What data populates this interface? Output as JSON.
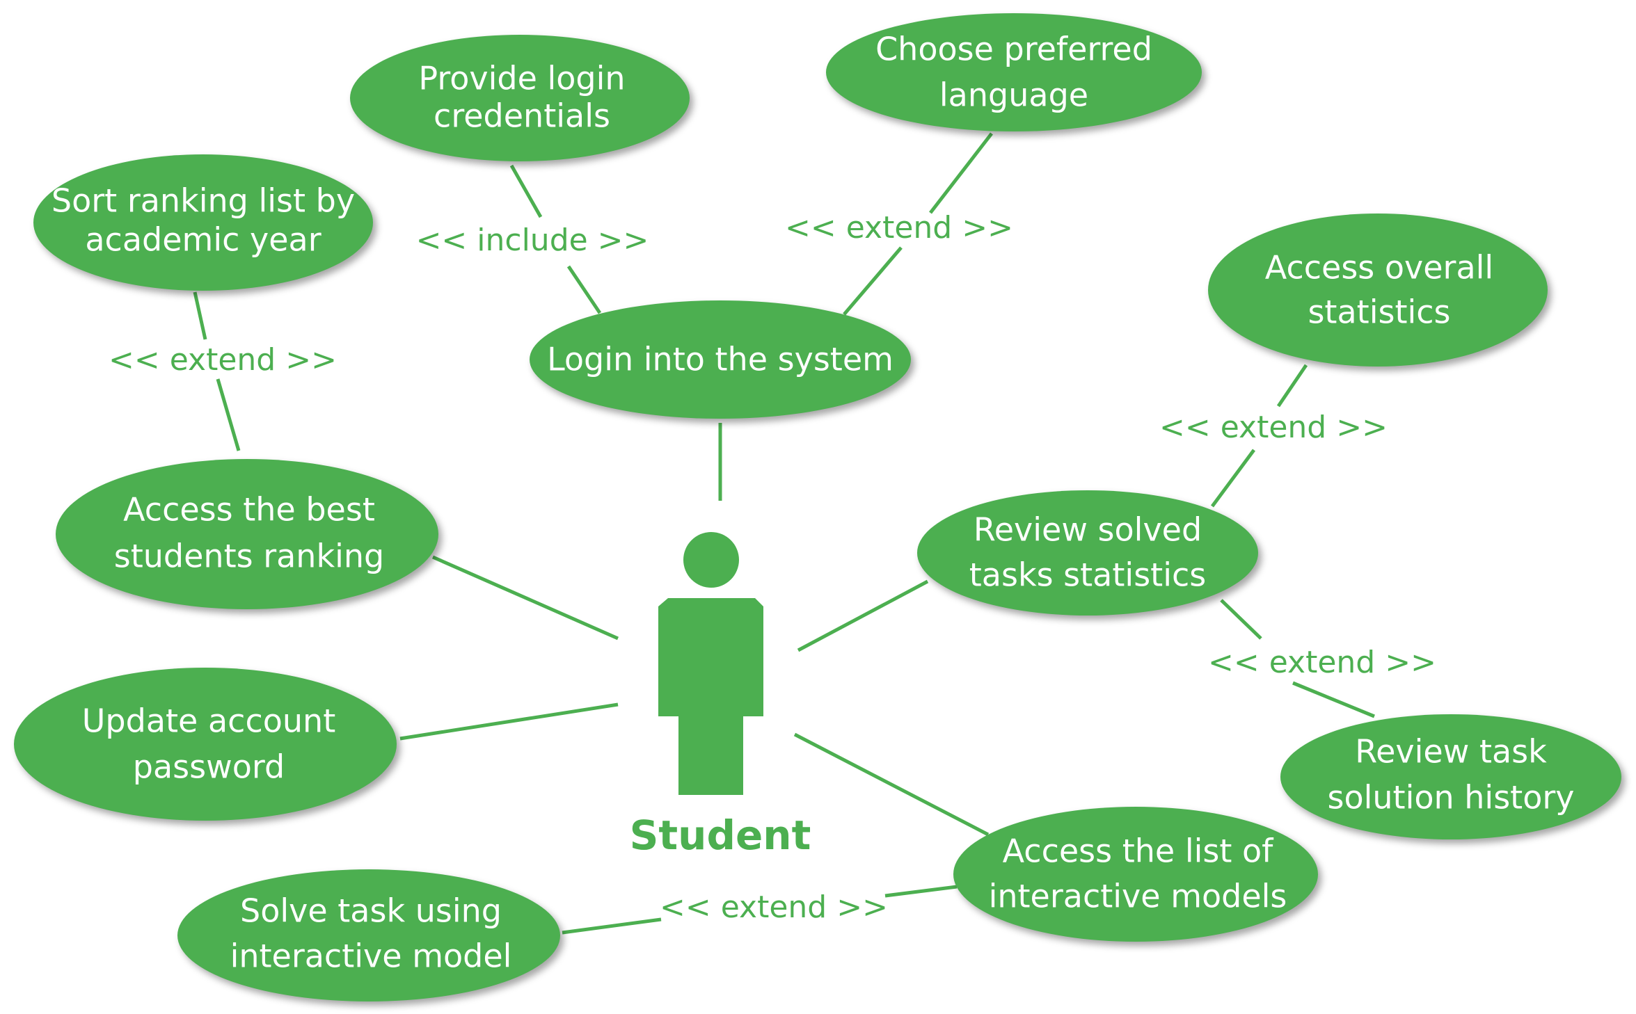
{
  "colors": {
    "green": "#4caf50",
    "use_case_text": "#ffffff",
    "relation_text": "#4caf50"
  },
  "actor": {
    "name": "Student",
    "icon": "person-icon"
  },
  "use_cases": {
    "provide_login": {
      "line1": "Provide login",
      "line2": "credentials"
    },
    "choose_language": {
      "line1": "Choose preferred",
      "line2": "language"
    },
    "sort_ranking": {
      "line1": "Sort ranking list by",
      "line2": "academic year"
    },
    "login": {
      "line1": "Login into the system"
    },
    "access_overall": {
      "line1": "Access overall",
      "line2": "statistics"
    },
    "access_best": {
      "line1": "Access the best",
      "line2": "students ranking"
    },
    "review_solved": {
      "line1": "Review solved",
      "line2": "tasks statistics"
    },
    "update_password": {
      "line1": "Update account",
      "line2": "password"
    },
    "review_history": {
      "line1": "Review task",
      "line2": "solution history"
    },
    "access_models": {
      "line1": "Access the list of",
      "line2": "interactive models"
    },
    "solve_task": {
      "line1": "Solve task using",
      "line2": "interactive model"
    }
  },
  "relations": {
    "include_login": "<< include >>",
    "extend_language": "<< extend >>",
    "extend_sort": "<< extend >>",
    "extend_overall": "<< extend >>",
    "extend_history": "<< extend >>",
    "extend_solve": "<< extend >>"
  }
}
